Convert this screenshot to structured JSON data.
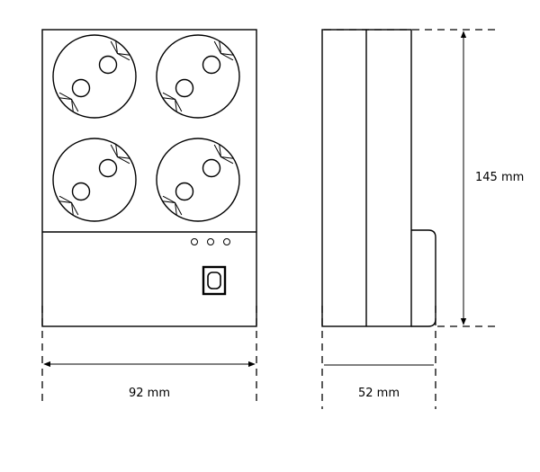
{
  "dimensions": {
    "width_label": "92 mm",
    "depth_label": "52 mm",
    "height_label": "145 mm"
  },
  "front_view": {
    "socket_count": 4,
    "indicator_led_count": 3
  },
  "colors": {
    "line": "#000000",
    "background": "#ffffff"
  }
}
